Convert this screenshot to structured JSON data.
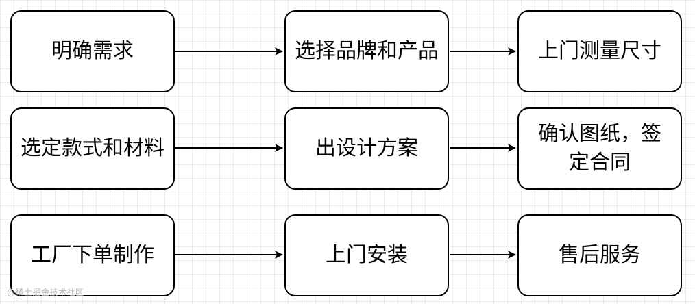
{
  "diagram": {
    "nodes": [
      {
        "id": "n1",
        "label": "明确需求"
      },
      {
        "id": "n2",
        "label": "选择品牌和产品"
      },
      {
        "id": "n3",
        "label": "上门测量尺寸"
      },
      {
        "id": "n4",
        "label": "选定款式和材料"
      },
      {
        "id": "n5",
        "label": "出设计方案"
      },
      {
        "id": "n6",
        "label": "确认图纸，签定合同"
      },
      {
        "id": "n7",
        "label": "工厂下单制作"
      },
      {
        "id": "n8",
        "label": "上门安装"
      },
      {
        "id": "n9",
        "label": "售后服务"
      }
    ],
    "edges": [
      {
        "from": "n1",
        "to": "n2"
      },
      {
        "from": "n2",
        "to": "n3"
      },
      {
        "from": "n4",
        "to": "n5"
      },
      {
        "from": "n5",
        "to": "n6"
      },
      {
        "from": "n7",
        "to": "n8"
      },
      {
        "from": "n8",
        "to": "n9"
      }
    ]
  },
  "watermark": "@稀土掘金技术社区"
}
